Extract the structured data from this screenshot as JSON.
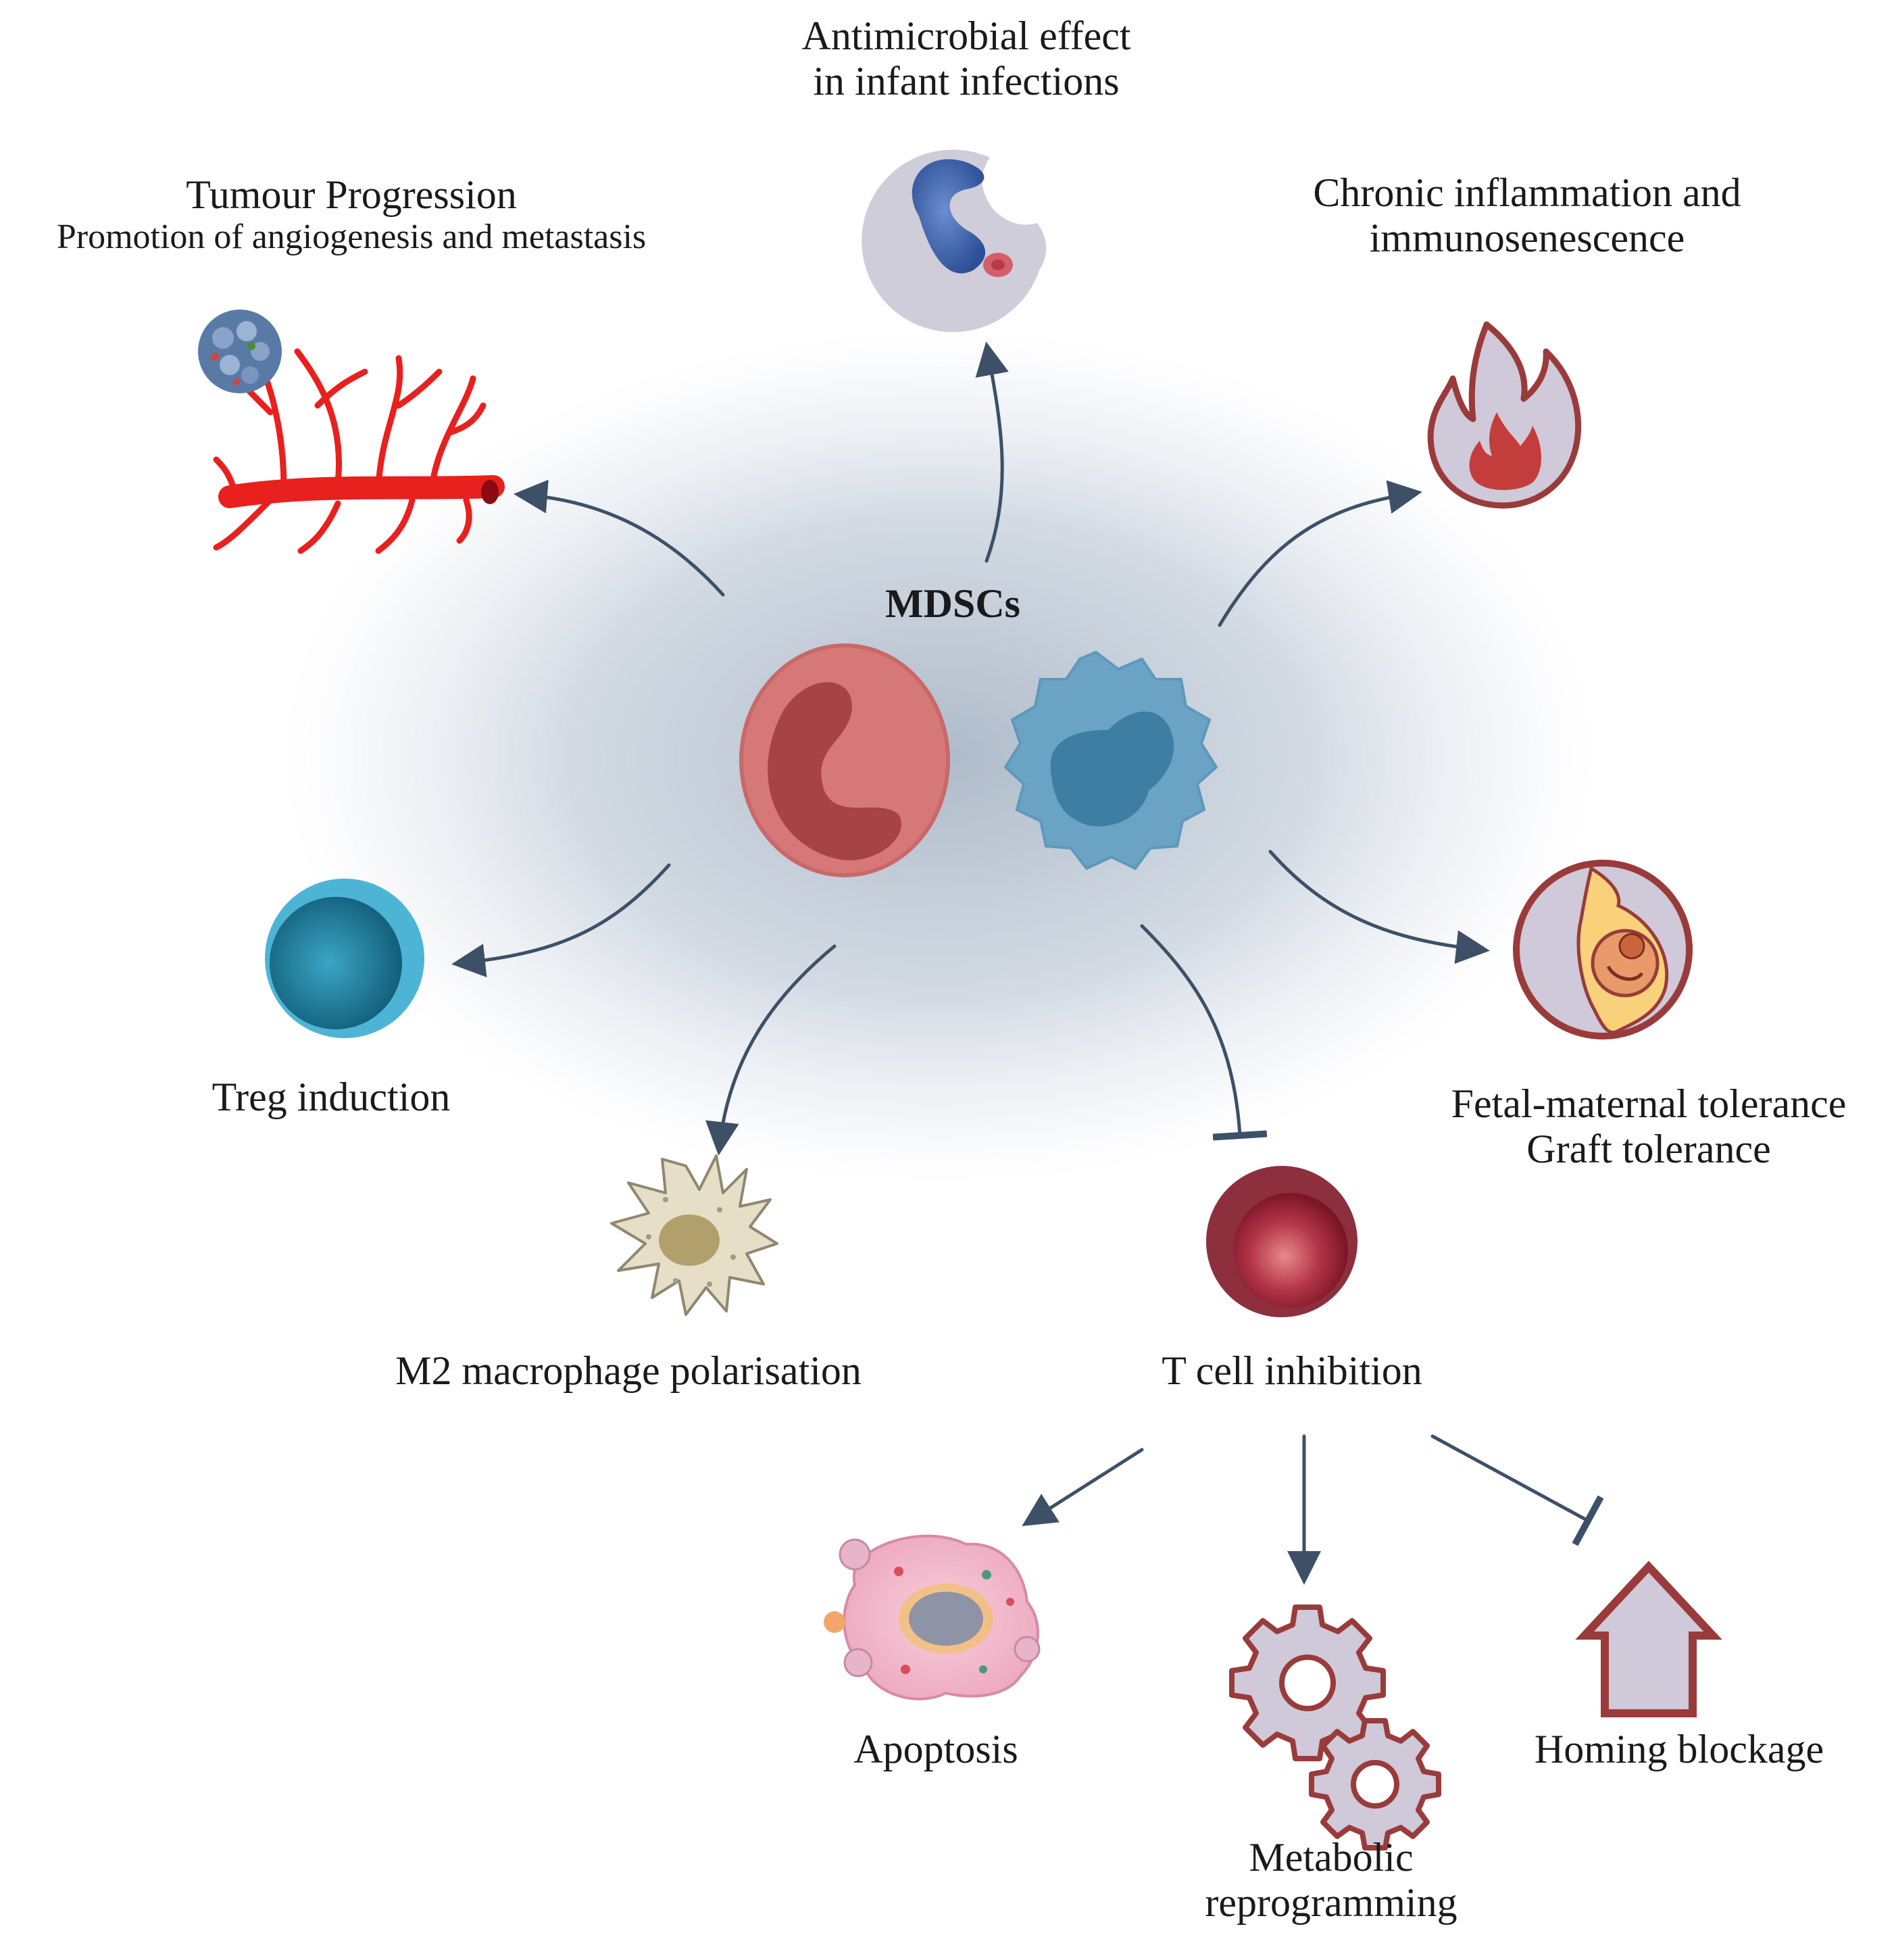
{
  "center": {
    "label": "MDSCs"
  },
  "outcomes": {
    "antimicrobial": {
      "line1": "Antimicrobial effect",
      "line2": "in infant infections"
    },
    "tumour": {
      "title": "Tumour Progression",
      "subtitle": "Promotion of angiogenesis and metastasis"
    },
    "inflammation": {
      "line1": "Chronic inflammation and",
      "line2": "immunosenescence"
    },
    "treg": {
      "label": "Treg induction"
    },
    "tolerance": {
      "line1": "Fetal-maternal tolerance",
      "line2": "Graft tolerance"
    },
    "macrophage": {
      "label": "M2 macrophage polarisation"
    },
    "tcell": {
      "label": "T cell inhibition"
    }
  },
  "tcell_effects": {
    "apoptosis": "Apoptosis",
    "metabolic": {
      "line1": "Metabolic",
      "line2": "reprogramming"
    },
    "homing": "Homing blockage"
  },
  "colors": {
    "arrow": "#3d5068",
    "neutrophil": "#d77878",
    "monocyte": "#6aa3c4",
    "vessel": "#e8201e",
    "treg": "#3aa8c8",
    "tcell": "#8e1f2e",
    "icon_outline": "#9a3b3b",
    "icon_fill": "#cfc9d9"
  }
}
